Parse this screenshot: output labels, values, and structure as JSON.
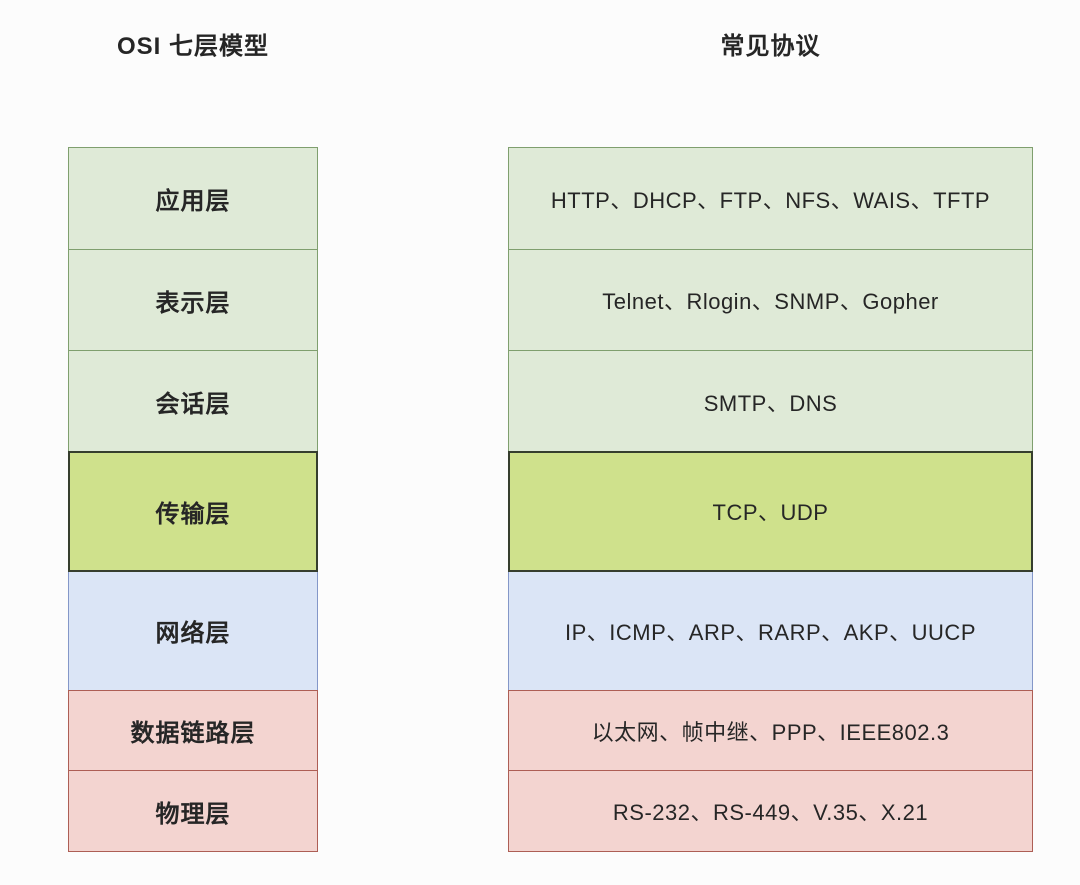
{
  "titles": {
    "left": "OSI 七层模型",
    "right": "常见协议"
  },
  "layers": [
    {
      "name": "应用层",
      "protocols": "HTTP、DHCP、FTP、NFS、WAIS、TFTP",
      "color": "green"
    },
    {
      "name": "表示层",
      "protocols": "Telnet、Rlogin、SNMP、Gopher",
      "color": "green"
    },
    {
      "name": "会话层",
      "protocols": "SMTP、DNS",
      "color": "green"
    },
    {
      "name": "传输层",
      "protocols": "TCP、UDP",
      "color": "lime"
    },
    {
      "name": "网络层",
      "protocols": "IP、ICMP、ARP、RARP、AKP、UUCP",
      "color": "blue"
    },
    {
      "name": "数据链路层",
      "protocols": "以太网、帧中继、PPP、IEEE802.3",
      "color": "pink"
    },
    {
      "name": "物理层",
      "protocols": "RS-232、RS-449、V.35、X.21",
      "color": "pink"
    }
  ],
  "colors": {
    "green_fill": "#dfead7",
    "green_border": "#7f9f6e",
    "lime_fill": "#cfe18c",
    "lime_border": "#363e2e",
    "blue_fill": "#dbe5f6",
    "blue_border": "#8497c8",
    "pink_fill": "#f3d4d0",
    "pink_border": "#ad5e55",
    "text": "#262626",
    "background": "#fcfcfc"
  }
}
